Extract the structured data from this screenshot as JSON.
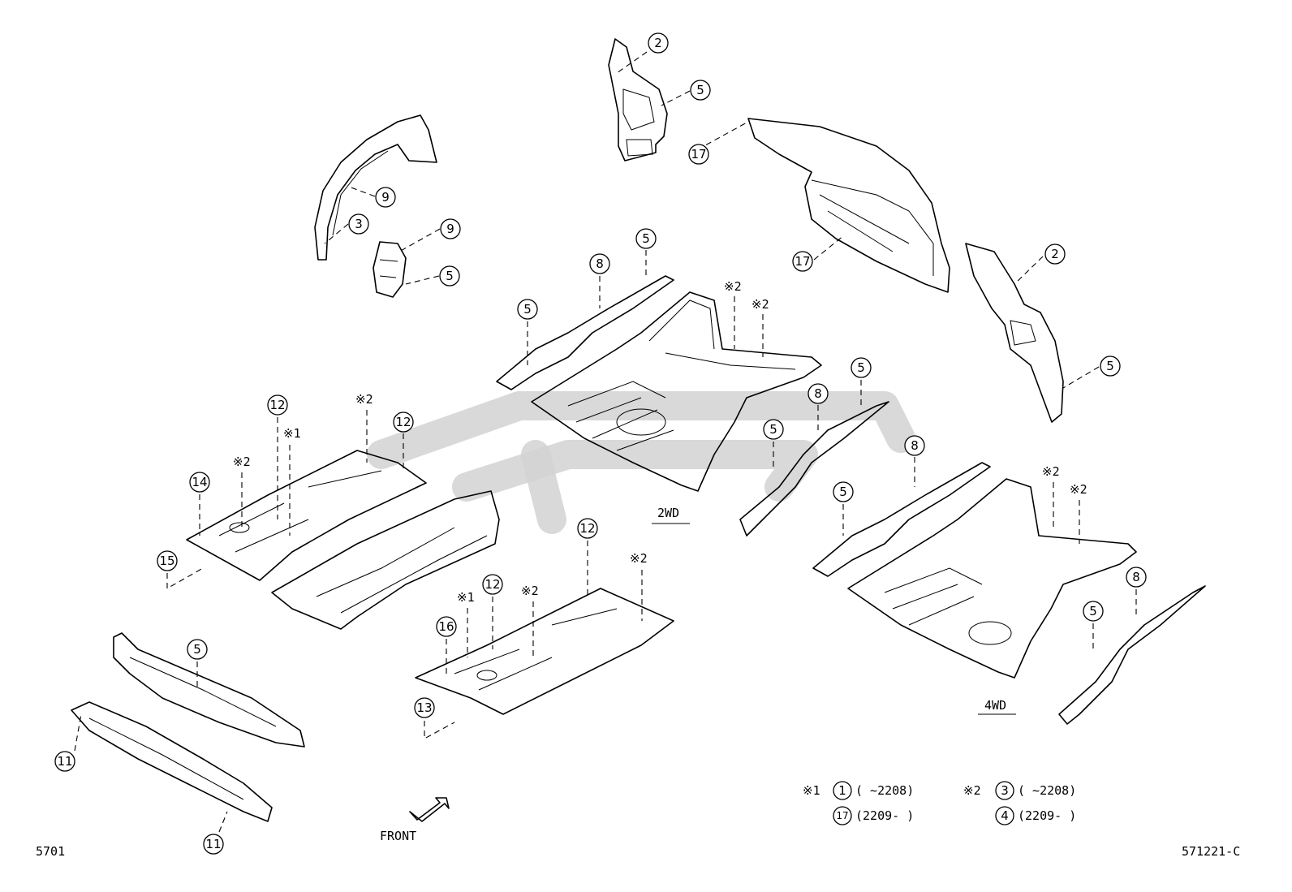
{
  "diagram_id": "571221-C",
  "page_code": "5701",
  "front_label": "FRONT",
  "variant_2wd": "2WD",
  "variant_4wd": "4WD",
  "callouts": [
    "1",
    "2",
    "3",
    "4",
    "5",
    "8",
    "9",
    "11",
    "12",
    "13",
    "14",
    "15",
    "16",
    "17"
  ],
  "marks": {
    "star1": "※1",
    "star2": "※2"
  },
  "legend": {
    "r1_star": "※1",
    "r1_num": "1",
    "r1_text": "(    ~2208)",
    "r1b_num": "17",
    "r1b_text": "(2209-    )",
    "r2_star": "※2",
    "r2_num": "3",
    "r2_text": "(    ~2208)",
    "r2b_num": "4",
    "r2b_text": "(2209-    )"
  }
}
